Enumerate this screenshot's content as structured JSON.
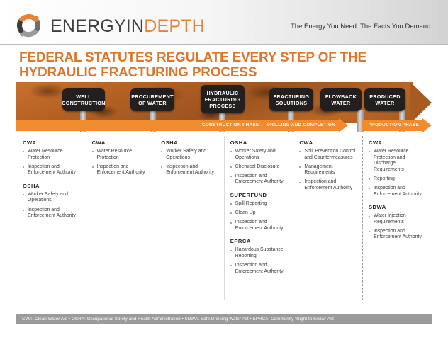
{
  "header": {
    "logo_primary": "ENERGY",
    "logo_in": "IN",
    "logo_secondary": "DEPTH",
    "logo_icon": "circular-arrows-logo",
    "tagline": "The Energy You Need. The Facts You Demand."
  },
  "title": "FEDERAL STATUTES REGULATE EVERY STEP OF THE HYDRAULIC FRACTURING PROCESS",
  "process": {
    "stages": [
      {
        "label": "WELL CONSTRUCTION"
      },
      {
        "label": "PROCUREMENT OF WATER"
      },
      {
        "label": "HYDRAULIC FRACTURING PROCESS"
      },
      {
        "label": "FRACTURING SOLUTIONS"
      },
      {
        "label": "FLOWBACK WATER"
      },
      {
        "label": "PRODUCED WATER"
      }
    ],
    "phases": [
      {
        "label": "CONSTRUCTION PHASE — DRILLING AND COMPLETION"
      },
      {
        "label": "PRODUCTION PHASE"
      }
    ]
  },
  "columns": [
    {
      "groups": [
        {
          "statute": "CWA",
          "items": [
            "Water Resource Protection",
            "Inspection and Enforcement Authority"
          ]
        },
        {
          "statute": "OSHA",
          "items": [
            "Worker Safety and Operations",
            "Inspection and Enforcement Authority"
          ]
        }
      ]
    },
    {
      "groups": [
        {
          "statute": "CWA",
          "items": [
            "Water Resource Protection",
            "Inspection and Enforcement Authority"
          ]
        }
      ]
    },
    {
      "groups": [
        {
          "statute": "OSHA",
          "items": [
            "Worker Safety and Operations",
            "Inspection and Enforcement Authority"
          ]
        }
      ]
    },
    {
      "groups": [
        {
          "statute": "OSHA",
          "items": [
            "Worker Safety and Operations",
            "Chemical Disclosure",
            "Inspection and Enforcement Authority"
          ]
        },
        {
          "statute": "SUPERFUND",
          "items": [
            "Spill Reporting",
            "Clean Up",
            "Inspection and Enforcement Authority"
          ]
        },
        {
          "statute": "EPRCA",
          "items": [
            "Hazardous Substance Reporting",
            "Inspection and Enforcement Authority"
          ]
        }
      ]
    },
    {
      "groups": [
        {
          "statute": "CWA",
          "items": [
            "Spill Prevention Control and Countermeasures",
            "Management Requirements",
            "Inspection and Enforcement Authority"
          ]
        }
      ]
    },
    {
      "groups": [
        {
          "statute": "CWA",
          "items": [
            "Water Resource Protection and Discharge Requirements",
            "Reporting",
            "Inspection and Enforcement Authority"
          ]
        },
        {
          "statute": "SDWA",
          "items": [
            "Water Injection Requirements",
            "Inspection and Enforcement Authority"
          ]
        }
      ]
    }
  ],
  "footer": "CWA: Clean Water Act • OSHA: Occupational Safety and Health Administration • SDWA: Safe Drinking Water Act • EPRCA: Community “Right to Know” Act",
  "colors": {
    "orange": "#e1762a",
    "arrow_orange": "#f08c2e",
    "bubble": "#231f1f",
    "footer_gray": "#9b9b9b"
  }
}
